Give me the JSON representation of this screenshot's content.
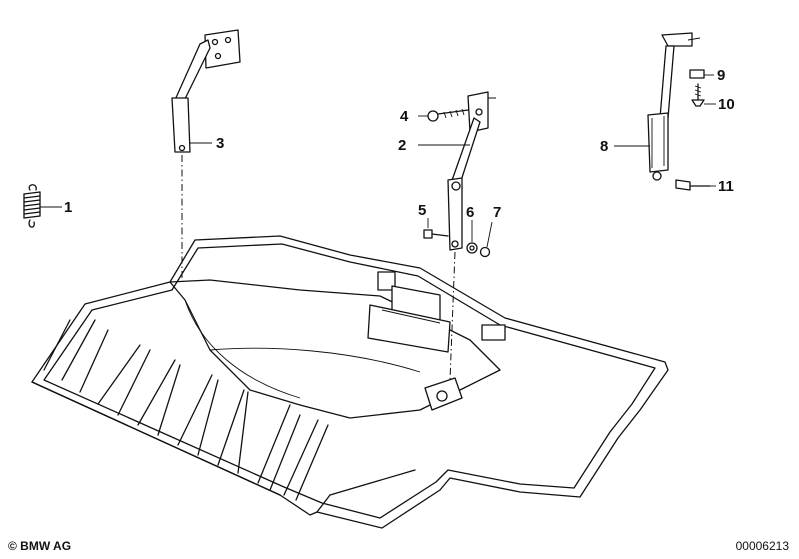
{
  "diagram": {
    "callouts": [
      {
        "id": "1",
        "label": "1"
      },
      {
        "id": "2",
        "label": "2"
      },
      {
        "id": "3",
        "label": "3"
      },
      {
        "id": "4",
        "label": "4"
      },
      {
        "id": "5",
        "label": "5"
      },
      {
        "id": "6",
        "label": "6"
      },
      {
        "id": "7",
        "label": "7"
      },
      {
        "id": "8",
        "label": "8"
      },
      {
        "id": "9",
        "label": "9"
      },
      {
        "id": "10",
        "label": "10"
      },
      {
        "id": "11",
        "label": "11"
      }
    ]
  },
  "footer": {
    "copyright": "© BMW AG",
    "doc_number": "00006213"
  }
}
